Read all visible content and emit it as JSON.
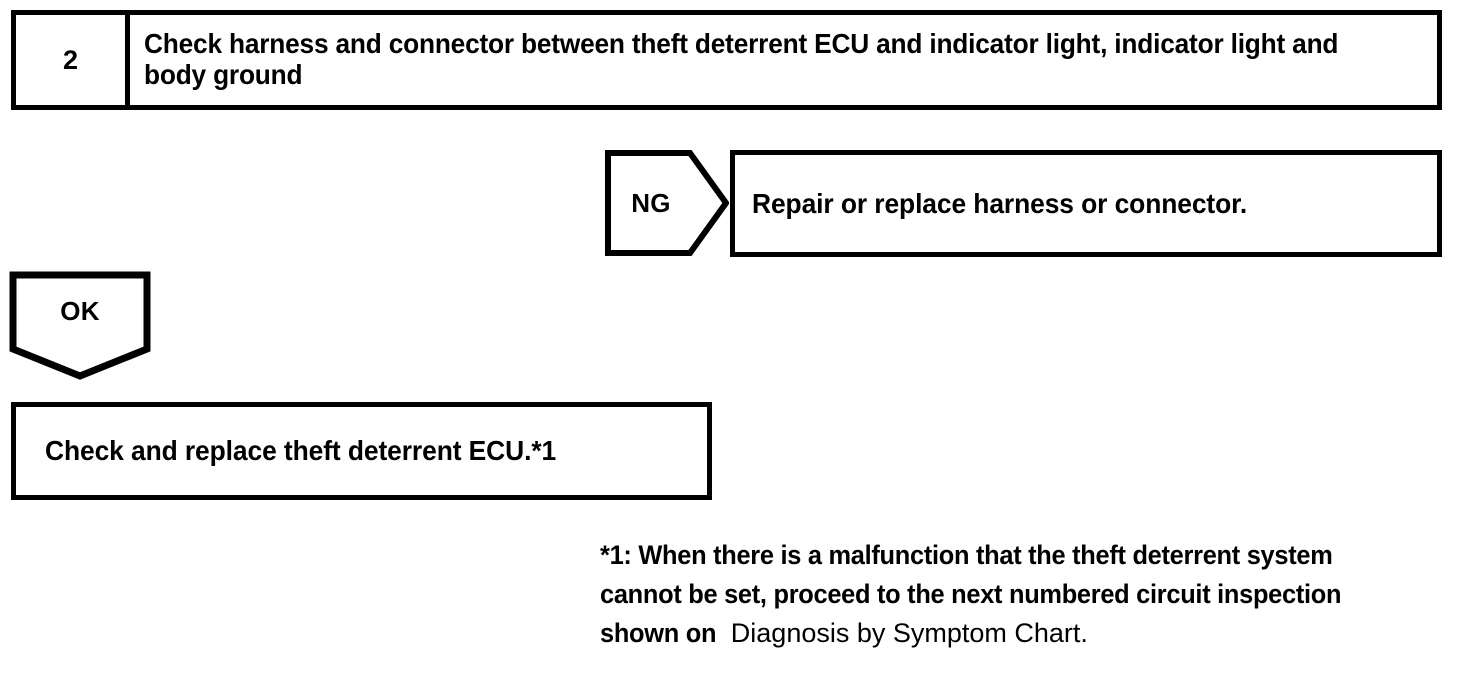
{
  "step": {
    "number": "2",
    "title": "Check harness and connector between theft deterrent ECU and indicator light, indicator light and body ground"
  },
  "branches": {
    "ng": {
      "label": "NG",
      "action": "Repair or replace harness or connector."
    },
    "ok": {
      "label": "OK",
      "action": "Check and replace theft deterrent ECU.*1"
    }
  },
  "footnote": {
    "line1": "*1: When there is a malfunction that the theft deterrent system",
    "line2": "cannot be set, proceed to the next numbered circuit inspection",
    "line3_bold": "shown on",
    "line3_plain": "Diagnosis by Symptom Chart."
  },
  "colors": {
    "ink": "#000000",
    "paper": "#ffffff"
  }
}
